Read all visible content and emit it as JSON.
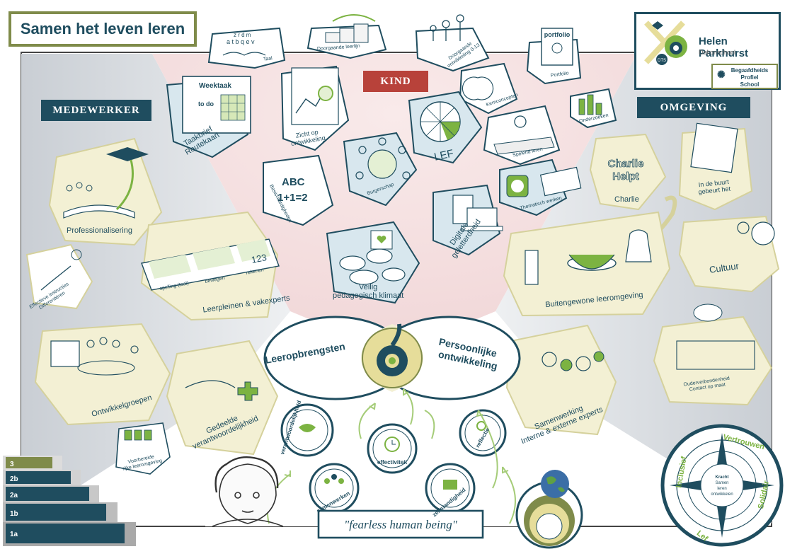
{
  "header": {
    "title": "Samen het leven leren"
  },
  "logo": {
    "name": "Helen Parkhurst",
    "subtitle": "Daltonschool",
    "badge_lines": [
      "Begaafdheids",
      "Profiel",
      "School"
    ],
    "seal_text": "DTS"
  },
  "banners": {
    "medewerker": "MEDEWERKER",
    "kind": "KIND",
    "omgeving": "OMGEVING"
  },
  "kind_tiles": {
    "taal": "Taal",
    "doorgaande_leerlijn": "Doorgaande leerlijn",
    "doorgaande_ontwikkeling": [
      "Doorgaande",
      "ontwikkeling 0-13"
    ],
    "portfolio": "Portfolio",
    "taakbrief": [
      "Taakbrief",
      "Routekaart"
    ],
    "zicht": [
      "Zicht op",
      "ontwikkeling"
    ],
    "kernconcepten": "Kernconcepten",
    "onderzoeken": "Onderzoeken",
    "lef": "LEF",
    "spelend_leren": "Spelend leren",
    "burgerschap": "Burgerschap",
    "basisvaardigheden": "Basisvaardigheden",
    "thematisch_werken": "Thematisch werken",
    "digitale": [
      "Digitale",
      "geletterdheid"
    ],
    "veilig": [
      "Veilig",
      "pedagogisch klimaat"
    ]
  },
  "medewerker_tiles": {
    "professionalisering": "Professionalisering",
    "effectieve": [
      "Effectieve instructies",
      "Differentiëren"
    ],
    "leerpleinen": "Leerpleinen & vakexperts",
    "ontwikkelgroepen": "Ontwikkelgroepen",
    "gedeelde": [
      "Gedeelde",
      "verantwoordelijkheid"
    ],
    "voorbereide": [
      "Voorbereide",
      "rijke leeromgeving"
    ]
  },
  "omgeving_tiles": {
    "charlie": "Charlie",
    "charlie_sign": [
      "Charlie",
      "Helpt"
    ],
    "buurt": [
      "In de buurt",
      "gebeurt het"
    ],
    "buitengewone": "Buitengewone leeromgeving",
    "cultuur": "Cultuur",
    "ouderverbondenheid": [
      "Ouderverbondenheid",
      "Contact op maat"
    ],
    "samenwerking": [
      "Samenwerking",
      "Interne & externe experts"
    ]
  },
  "sketch_text": {
    "weektaak": "Weektaak",
    "to_do": "to do",
    "tray": [
      "spelling (taal)",
      "bewegen",
      "rekenen"
    ],
    "abc": "ABC",
    "sum": "1+1=2",
    "portfolio_word": "portfolio",
    "numbers_123": "123"
  },
  "center": {
    "left": "Leeropbrengsten",
    "right": [
      "Persoonlijke",
      "ontwikkeling"
    ]
  },
  "values": [
    "verantwoordelijkheid",
    "samenwerken",
    "effectiviteit",
    "zelfstandigheid",
    "reflectie"
  ],
  "quote": "\"fearless human being\"",
  "steps": [
    "3",
    "2b",
    "2a",
    "1b",
    "1a"
  ],
  "compass": {
    "top": "Vertrouwen",
    "left": "Inclusief",
    "right": "Solidair",
    "bottom": "Lef",
    "center_lines": [
      "Kracht",
      "Samen",
      "leren",
      "ontwikkelen"
    ]
  },
  "colors": {
    "dark_teal": "#1f4d5f",
    "olive": "#7f8b4a",
    "green": "#7cb342",
    "kind_red": "#b8423a",
    "pink_bg": "#f6e3e4",
    "gray_bg": "#d9dde2",
    "cream": "#f3f0d4",
    "light_blue": "#d8e7ee"
  }
}
